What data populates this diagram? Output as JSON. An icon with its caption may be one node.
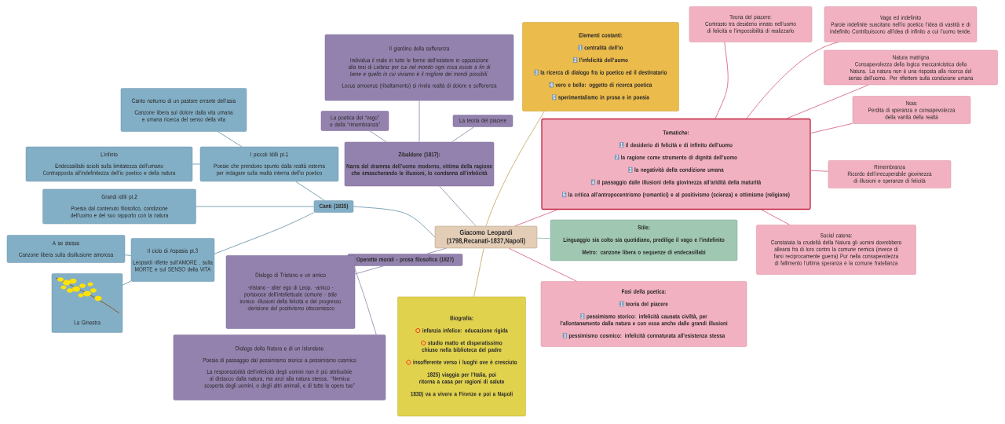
{
  "diagram": {
    "nodes": [
      {
        "text": [
          "Giacomo Leopardi (1798,Recanati-1837,Napoli)"
        ]
      },
      {
        "text": [
          "Canti (1835)"
        ]
      },
      {
        "text": [
          "I piccoli Idilli pt.1",
          "Poesie che prendono spunto dalla realtà esterna per indagare sulla realtà interna dell’io poetico"
        ]
      },
      {
        "text": [
          "Canto notturno di un pastore errante dell’asia",
          "Canzone libera sul dolore dalla vita umana e umana ricerca del senso della vita"
        ]
      },
      {
        "text": [
          "L’infinto",
          "Endecasillabi sciolti sulla limitatezza dell’umano Contrapposta all’indefinitezza dell’io poetico e della natura"
        ]
      },
      {
        "text": [
          "Grandi idilli pt.2",
          "Poesia dal contenuto filosofico, condizione dell’uomo e del suo rapporto con la natura"
        ]
      },
      {
        "text": [
          "Il ciclo di Aspasia pt.3",
          "Leopardi riflette sull’AMORE , sulla MORTE e sul SENSO della VITA"
        ]
      },
      {
        "text": [
          "A se stesso",
          "Canzone libera sulla disillusione amorosa"
        ]
      },
      {
        "text": [
          "La Ginestra"
        ]
      },
      {
        "text": [
          "Zibaldone (1817):",
          "Narra del dramma dell’uomo moderno, vittima della ragione che smascherando le illusioni, lo condanna all’infelicità"
        ]
      },
      {
        "text": [
          "La poetica del “vago” e della “rimembranza”"
        ]
      },
      {
        "text": [
          "La teoria del piacere"
        ]
      },
      {
        "text": [
          "Il giardino della sofferenza",
          "Individua il male in tutte le forme dell’esistere in opposizione alla tesi di Leibniz per cui *nel mondo ogni cosa esiste a fin di bene e quello in cui viviamo è il migliore dei mondi possibili.*",
          "Locus amoenus (ribaltamento) si rivela realtà di dolore e sofferenza"
        ]
      },
      {
        "text": [
          "Operette morali - prosa filosofica (1827)"
        ]
      },
      {
        "text": [
          "Dialogo di Tristano e un amico",
          "-tristano - alter ego di Leop. -amico - portavoce dell’intellettuale comune - stile ironico -illusioni della felicità e del progresso -derisione del positivismo ottocentesco"
        ]
      },
      {
        "text": [
          "Dialogo della Natura e di un Islandese",
          "Poesia di passaggio dal pessimismo storico a pessimismo cosmico",
          "La responsabilità dell’infelicità degli uomini non è più attribuibile al distacco dalla natura, ma anzi alla natura stessa. “Nemica scoperta degli uomini, e degli altri animali, e di tutte le opere tue”"
        ]
      },
      {
        "text": [
          "Biografia:",
          "infanzia infelice: educazione rigida",
          "studio matto et disperatissimo chiuso nella biblioteca del padre",
          "insofferente verso i luoghi ove è cresciuto",
          "1825) viaggia per l’Italia, poi ritorna a casa per ragioni di salute",
          "1830) va a vivere a Firenze e poi a Napoli"
        ]
      },
      {
        "text": [
          "Elementi costanti:",
          "1",
          "centralità dell’io",
          "2",
          "l’infelicità dell’uomo",
          "3",
          "la ricerca di dialogo fra io poetico ed il destinatario",
          "4",
          "vero e bello: oggetto di ricerca poetica",
          "5",
          "sperimentalismo in prosa e in poesia"
        ]
      },
      {
        "text": [
          "Tematiche:",
          "1",
          "il desiderio di felicità e di infinito dell’uomo",
          "2",
          "la ragione come strumento di dignità dell’uomo",
          "3",
          "la negatività della condizione umana",
          "4",
          "il passaggio dalle illusioni della giovinezza all’aridità della maturità",
          "5",
          "la critica all’antropocentrismo (romantici) e al positivismo (scienza) e ottimismo (religione)"
        ]
      },
      {
        "text": [
          "Teoria del piacere:",
          "Contrasto tra desiderio innato nell’uomo di felicità e l’impossibilità di realizzarlo"
        ]
      },
      {
        "text": [
          "Vago ed indefinito",
          "Parole indefinite suscitano nell’io poetico l’idea di vastità e di indefinito Contribuiscono all’idea di infinito a cui l’uomo tende."
        ]
      },
      {
        "text": [
          "Natura matrigna",
          "Consapevolezza della logica meccanicistica della Natura. La natura non è una risposta alla ricerca del senso dell’uomo. Per riflettere sulla condizione umana"
        ]
      },
      {
        "text": [
          "Noia:",
          "Perdita di speranza e consapevolezza della vanità della realtà"
        ]
      },
      {
        "text": [
          "Rimembranza",
          "Ricordo dell’irrecuperabile giovinezza di illusioni e speranze di felicità"
        ]
      },
      {
        "text": [
          "Social catena:",
          "Constatata la crudeltà della Natura gli uomini dovrebbero allearsi fra di loro contro la comune nemica (invece di farsi reciprocamente guerra) Pur nella consapevolezza di fallimento l’ultima speranza è la comune fratellanza"
        ]
      },
      {
        "text": [
          "Stile:",
          "Linguaggio sia colto sia quotidiano, predilige il vago e l’indefinito",
          "Metro: canzone libera o sequenze di endecasillabi"
        ]
      },
      {
        "text": [
          "Fasi della poetica:",
          "1",
          "teoria del piacere",
          "2",
          "pessimismo storico: infelicità causata civiltà, per l’allontanamento dalla natura e con essa anche dalle grandi illusioni",
          "3",
          "pessimismo cosmico: infelicità connaturata all’esistenza stessa"
        ]
      }
    ],
    "edges": [
      {
        "from": 0,
        "to": 1,
        "arrow": "none"
      },
      {
        "from": 1,
        "to": 2,
        "arrow": "none"
      },
      {
        "from": 2,
        "to": 3,
        "arrow": "none"
      },
      {
        "from": 2,
        "to": 4,
        "arrow": "none"
      },
      {
        "from": 1,
        "to": 5,
        "arrow": "none"
      },
      {
        "from": 1,
        "to": 6,
        "arrow": "none"
      },
      {
        "from": 6,
        "to": 7,
        "arrow": "none"
      },
      {
        "from": 6,
        "to": 8,
        "arrow": "none"
      },
      {
        "from": 0,
        "to": 9,
        "arrow": "none",
        "color": "#9a8fb0"
      },
      {
        "from": 9,
        "to": 10,
        "arrow": "none",
        "color": "#9a8fb0"
      },
      {
        "from": 9,
        "to": 11,
        "arrow": "none",
        "color": "#9a8fb0"
      },
      {
        "from": 9,
        "to": 12,
        "arrow": "none",
        "color": "#9a8fb0"
      },
      {
        "from": 0,
        "to": 13,
        "arrow": "none",
        "color": "#9a8fb0"
      },
      {
        "from": 13,
        "to": 14,
        "arrow": "none",
        "color": "#9a8fb0"
      },
      {
        "from": 13,
        "to": 15,
        "arrow": "none",
        "color": "#9a8fb0"
      },
      {
        "from": 0,
        "to": 16,
        "arrow": "none",
        "color": "#c8ad6e"
      },
      {
        "from": 0,
        "to": 17,
        "arrow": "none",
        "color": "#c8ad6e"
      },
      {
        "from": 0,
        "to": 18,
        "arrow": "none",
        "color": "#d96a88"
      },
      {
        "from": 18,
        "to": 19,
        "arrow": "none",
        "color": "#d96a88"
      },
      {
        "from": 18,
        "to": 20,
        "arrow": "none",
        "color": "#d96a88"
      },
      {
        "from": 18,
        "to": 21,
        "arrow": "none",
        "color": "#d96a88"
      },
      {
        "from": 18,
        "to": 22,
        "arrow": "none",
        "color": "#d96a88"
      },
      {
        "from": 18,
        "to": 23,
        "arrow": "none",
        "color": "#d96a88"
      },
      {
        "from": 18,
        "to": 24,
        "arrow": "none",
        "color": "#d96a88"
      },
      {
        "from": 0,
        "to": 25,
        "arrow": "none",
        "color": "#8fbfae"
      },
      {
        "from": 0,
        "to": 26,
        "arrow": "none",
        "color": "#d96a88"
      }
    ]
  }
}
